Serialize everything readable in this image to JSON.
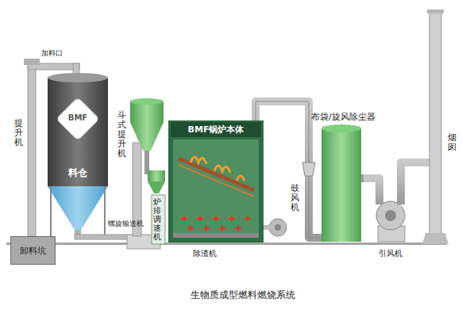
{
  "diagram": {
    "caption": "生物质成型燃料燃烧系统",
    "nodes": [
      {
        "text": [
          "卸料坑"
        ]
      },
      {
        "text": [
          "料仓"
        ]
      },
      {
        "text": [
          "BMF锅炉本体"
        ]
      }
    ],
    "labels": [
      "加料口",
      "提升机",
      "BMF",
      "螺旋输送机",
      "斗式提升机",
      "炉排调速机",
      "除渣机",
      "鼓风机",
      "布袋/旋风除尘器",
      "引风机",
      "烟囱"
    ]
  }
}
